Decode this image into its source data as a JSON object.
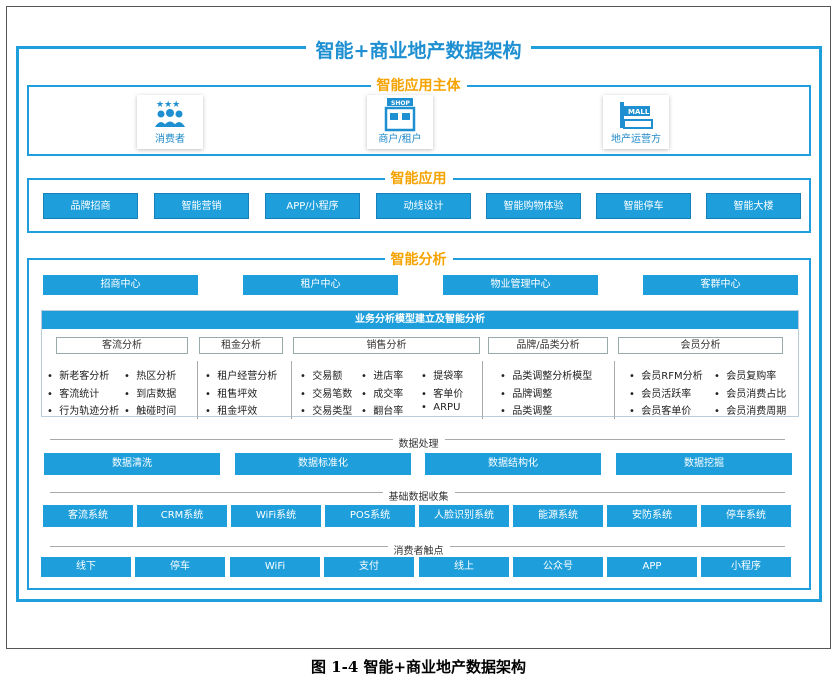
{
  "title": "智能+商业地产数据架构",
  "caption": "图 1-4  智能+商业地产数据架构",
  "colors": {
    "accent": "#1e9fdc",
    "section_title": "#f5a300"
  },
  "subjects_section": {
    "title": "智能应用主体",
    "items": [
      {
        "label": "消费者",
        "icon": "people-stars-icon"
      },
      {
        "label": "商户/租户",
        "icon": "shop-icon"
      },
      {
        "label": "地产运营方",
        "icon": "mall-icon"
      }
    ]
  },
  "apps_section": {
    "title": "智能应用",
    "items": [
      "品牌招商",
      "智能营销",
      "APP/小程序",
      "动线设计",
      "智能购物体验",
      "智能停车",
      "智能大楼"
    ]
  },
  "analysis_section": {
    "title": "智能分析",
    "centers": [
      "招商中心",
      "租户中心",
      "物业管理中心",
      "客群中心"
    ],
    "panel_title": "业务分析模型建立及智能分析",
    "categories": [
      {
        "name": "客流分析",
        "col1": [
          "新老客分析",
          "客流统计",
          "行为轨迹分析"
        ],
        "col2": [
          "热区分析",
          "到店数据",
          "触碰时间"
        ]
      },
      {
        "name": "租金分析",
        "col1": [
          "租户经营分析",
          "租售坪效",
          "租金坪效"
        ]
      },
      {
        "name": "销售分析",
        "col1": [
          "交易额",
          "交易笔数",
          "交易类型"
        ],
        "col2": [
          "进店率",
          "成交率",
          "翻台率"
        ],
        "col3": [
          "提袋率",
          "客单价",
          "ARPU"
        ]
      },
      {
        "name": "品牌/品类分析",
        "col1": [
          "品类调整分析模型",
          "品牌调整",
          "品类调整"
        ]
      },
      {
        "name": "会员分析",
        "col1": [
          "会员RFM分析",
          "会员活跃率",
          "会员客单价"
        ],
        "col2": [
          "会员复购率",
          "会员消费占比",
          "会员消费周期"
        ]
      }
    ],
    "processing": {
      "label": "数据处理",
      "items": [
        "数据清洗",
        "数据标准化",
        "数据结构化",
        "数据挖掘"
      ]
    },
    "collection": {
      "label": "基础数据收集",
      "items": [
        "客流系统",
        "CRM系统",
        "WiFi系统",
        "POS系统",
        "人脸识别系统",
        "能源系统",
        "安防系统",
        "停车系统"
      ]
    },
    "touchpoints": {
      "label": "消费者触点",
      "items": [
        "线下",
        "停车",
        "WiFi",
        "支付",
        "线上",
        "公众号",
        "APP",
        "小程序"
      ]
    }
  }
}
